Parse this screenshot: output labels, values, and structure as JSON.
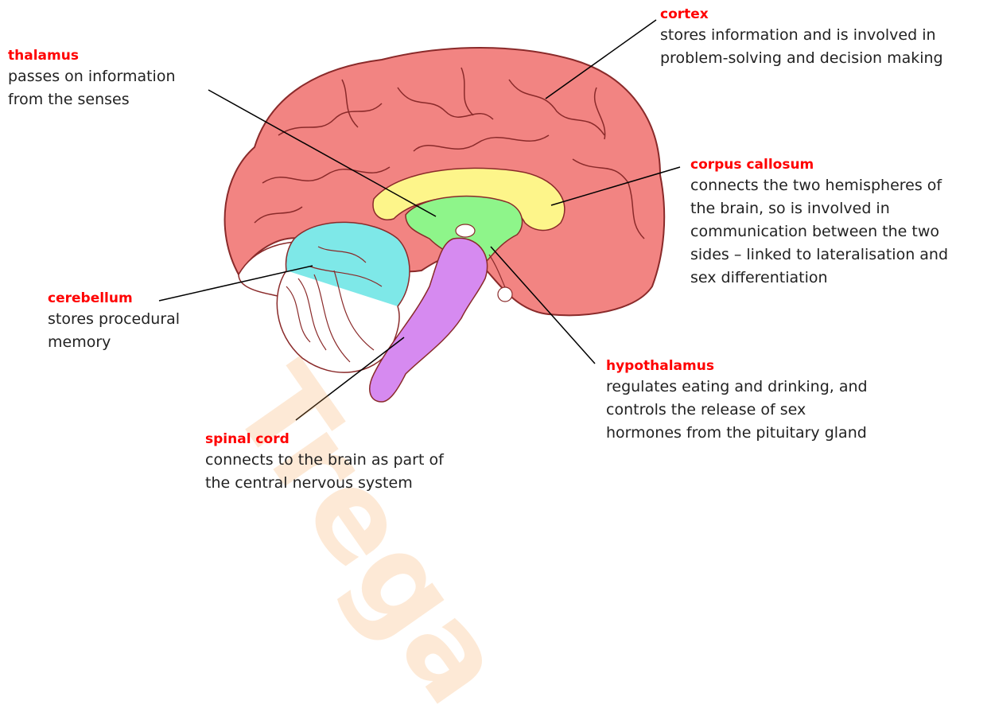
{
  "labels": {
    "thalamus": {
      "term": "thalamus",
      "desc": [
        "passes on information",
        "from the senses"
      ]
    },
    "cortex": {
      "term": "cortex",
      "desc": [
        "stores information and is involved in",
        "problem-solving and decision making"
      ]
    },
    "corpus_callosum": {
      "term": "corpus callosum",
      "desc": [
        "connects the two hemispheres of",
        "the brain, so is involved in",
        "communication between the two",
        "sides – linked to lateralisation and",
        "sex differentiation"
      ]
    },
    "cerebellum": {
      "term": "cerebellum",
      "desc": [
        "stores procedural",
        "memory"
      ]
    },
    "hypothalamus": {
      "term": "hypothalamus",
      "desc": [
        "regulates eating and drinking, and",
        "controls the release of sex",
        "hormones from the pituitary gland"
      ]
    },
    "spinal_cord": {
      "term": "spinal cord",
      "desc": [
        "connects to the brain as part of",
        "the central nervous system"
      ]
    }
  },
  "watermark": "Trega",
  "colors": {
    "cortex": "#f28482",
    "cerebellum": "#7ee8e8",
    "corpus_callosum": "#fdf58a",
    "thalamus_region": "#8ef58a",
    "brainstem": "#d68af0",
    "outline": "#8a2a2a",
    "term_red": "#ff0000"
  }
}
